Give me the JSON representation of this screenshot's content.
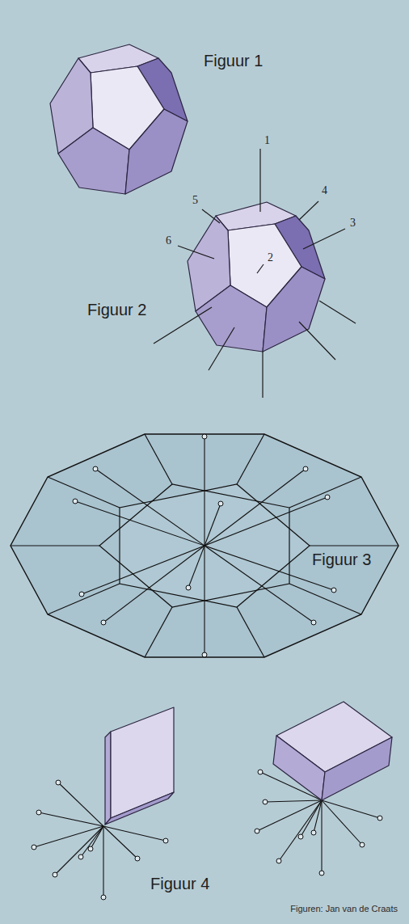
{
  "diagram": {
    "labels": [
      "Figuur 1",
      "1",
      "5",
      "4",
      "3",
      "6",
      "2",
      "Figuur 2",
      "Figuur 3",
      "Figuur 4",
      "Figuren: Jan van de Craats"
    ]
  }
}
